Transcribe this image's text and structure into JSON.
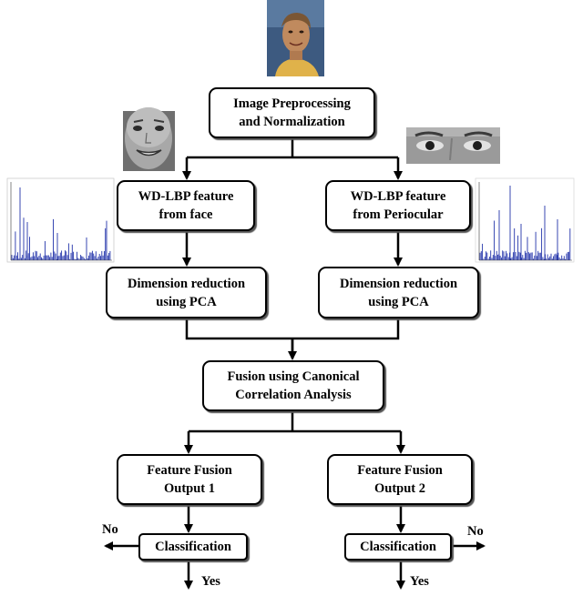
{
  "nodes": {
    "preprocess": "Image Preprocessing\nand Normalization",
    "wd_face": "WD-LBP feature\nfrom face",
    "wd_peri": "WD-LBP feature\nfrom Periocular",
    "pca_face": "Dimension reduction\nusing PCA",
    "pca_peri": "Dimension reduction\nusing PCA",
    "fusion": "Fusion using Canonical\nCorrelation Analysis",
    "out1": "Feature Fusion\nOutput 1",
    "out2": "Feature Fusion\nOutput 2",
    "class1": "Classification",
    "class2": "Classification"
  },
  "edge_labels": {
    "no_left": "No",
    "no_right": "No",
    "yes_left": "Yes",
    "yes_right": "Yes"
  },
  "colors": {
    "histogram_bars": "#2233aa",
    "face_skin": "#c08a5e",
    "photo_background": "#3d5a80"
  }
}
